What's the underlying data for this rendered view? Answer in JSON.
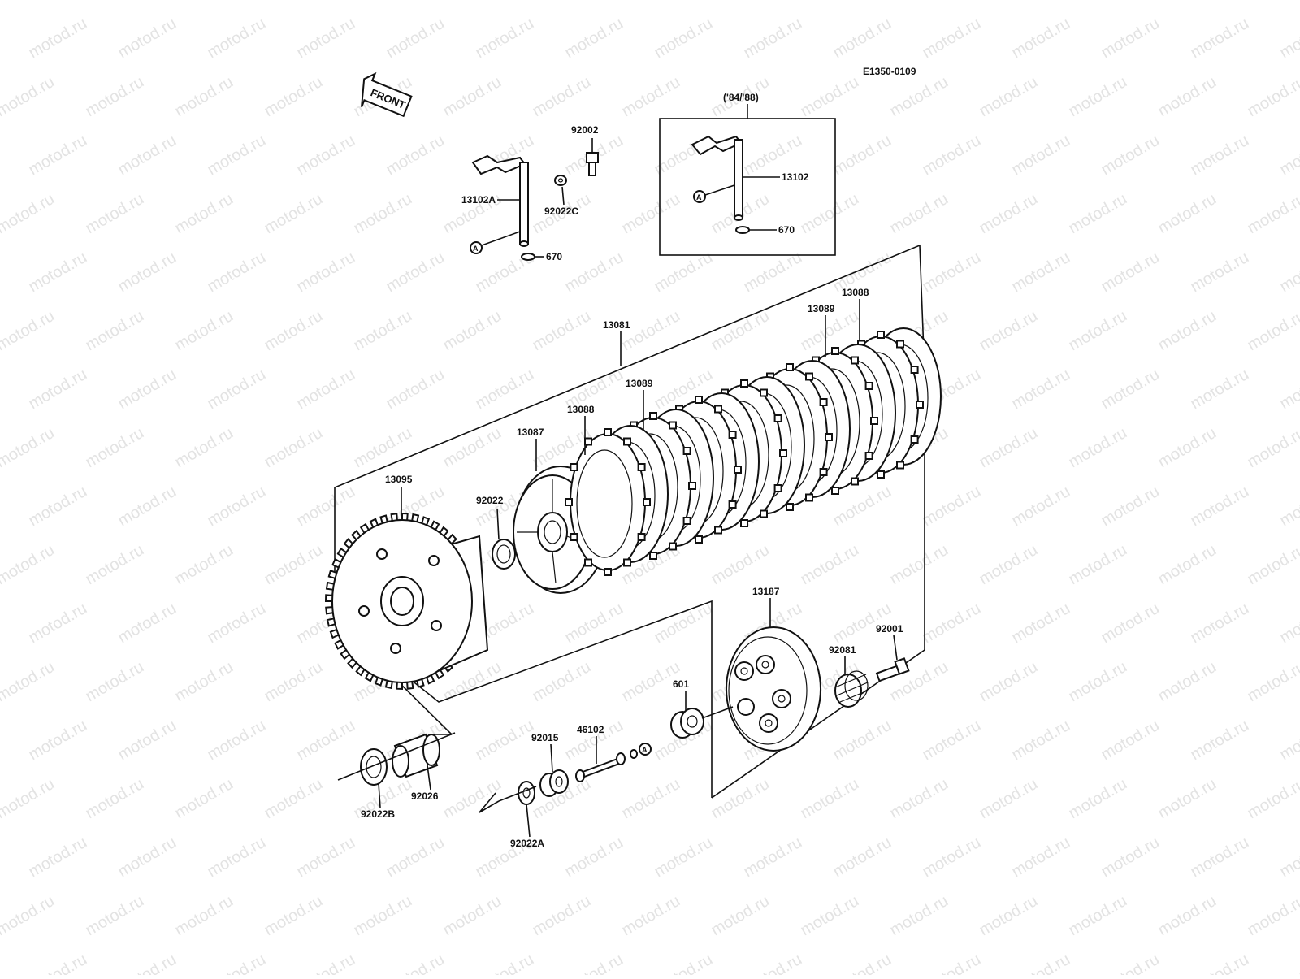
{
  "diagram": {
    "code": "E1350-0109",
    "front_label": "FRONT",
    "inset_label": "('84/'88)",
    "ref_mark": "A",
    "watermark": "motod.ru"
  },
  "labels": {
    "p92002": "92002",
    "p13102A": "13102A",
    "p92022C": "92022C",
    "p670a": "670",
    "p13102": "13102",
    "p670b": "670",
    "p13081": "13081",
    "p13089a": "13089",
    "p13088a": "13088",
    "p13089b": "13089",
    "p13088b": "13088",
    "p13087": "13087",
    "p13095": "13095",
    "p92022": "92022",
    "p13187": "13187",
    "p92081": "92081",
    "p92001": "92001",
    "p601": "601",
    "p46102": "46102",
    "p92015": "92015",
    "p92026": "92026",
    "p92022B": "92022B",
    "p92022A": "92022A"
  }
}
